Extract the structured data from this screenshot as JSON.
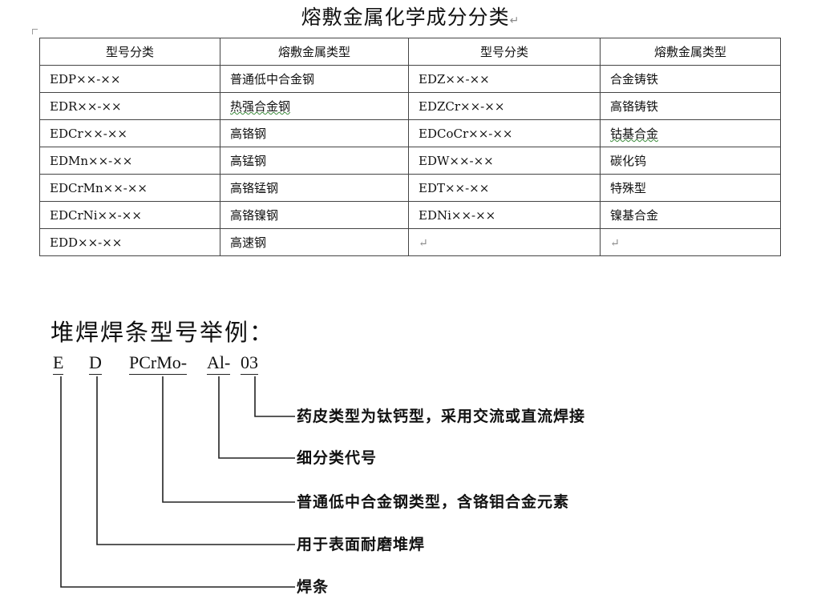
{
  "title": "熔敷金属化学成分分类",
  "table": {
    "headers": [
      "型号分类",
      "熔敷金属类型",
      "型号分类",
      "熔敷金属类型"
    ],
    "rows": [
      [
        "EDP××-××",
        "普通低中合金钢",
        "EDZ××-××",
        "合金铸铁"
      ],
      [
        "EDR××-××",
        "热强合金钢",
        "EDZCr××-××",
        "高铬铸铁"
      ],
      [
        "EDCr××-××",
        "高铬钢",
        "EDCoCr××-××",
        "钴基合金"
      ],
      [
        "EDMn××-××",
        "高锰钢",
        "EDW××-××",
        "碳化钨"
      ],
      [
        "EDCrMn××-××",
        "高铬锰钢",
        "EDT××-××",
        "特殊型"
      ],
      [
        "EDCrNi××-××",
        "高铬镍钢",
        "EDNi××-××",
        "镍基合金"
      ],
      [
        "EDD××-××",
        "高速钢",
        "",
        ""
      ]
    ]
  },
  "example": {
    "title": "堆焊焊条型号举例：",
    "code_parts": [
      "E",
      "D",
      "PCrMo-",
      "Al-",
      "03"
    ],
    "descriptions": [
      "药皮类型为钛钙型，采用交流或直流焊接",
      "细分类代号",
      "普通低中合金钢类型，含铬钼合金元素",
      "用于表面耐磨堆焊",
      "焊条"
    ]
  },
  "colors": {
    "text": "#111111",
    "border": "#444444",
    "spell_underline": "#3a8a3a"
  }
}
